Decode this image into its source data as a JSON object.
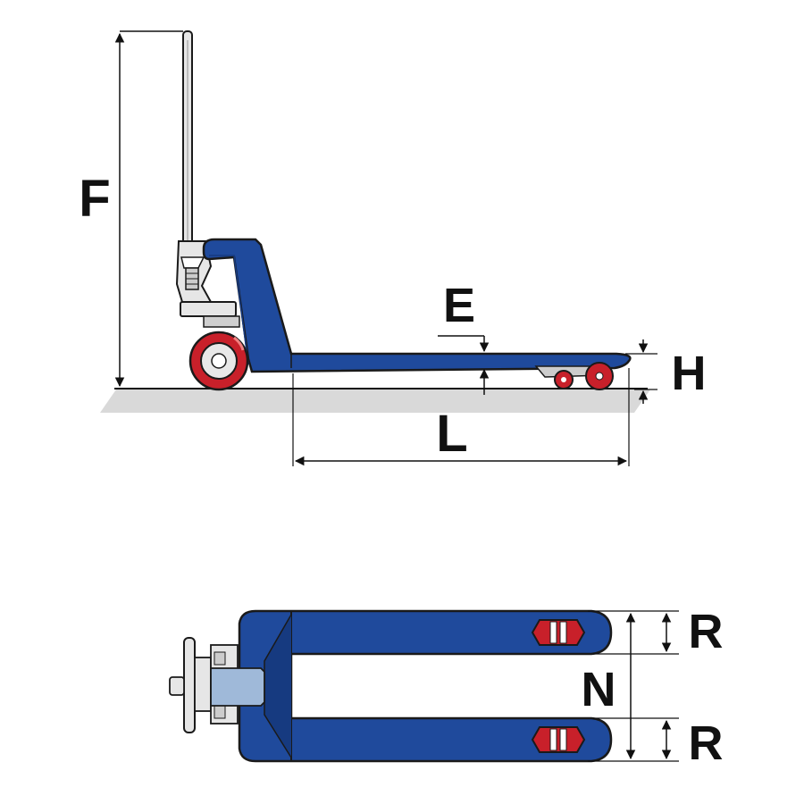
{
  "labels": {
    "F": "F",
    "E": "E",
    "H": "H",
    "L": "L",
    "N": "N",
    "R_top": "R",
    "R_bottom": "R"
  },
  "colors": {
    "body_blue": "#1f4a9c",
    "body_blue_dark": "#163a80",
    "wheel_red": "#c8202a",
    "ground_gray": "#d9d9d9",
    "outline": "#1a1a1a",
    "handle_light": "#e6e6e6",
    "pump_light": "#9fb9d9"
  }
}
